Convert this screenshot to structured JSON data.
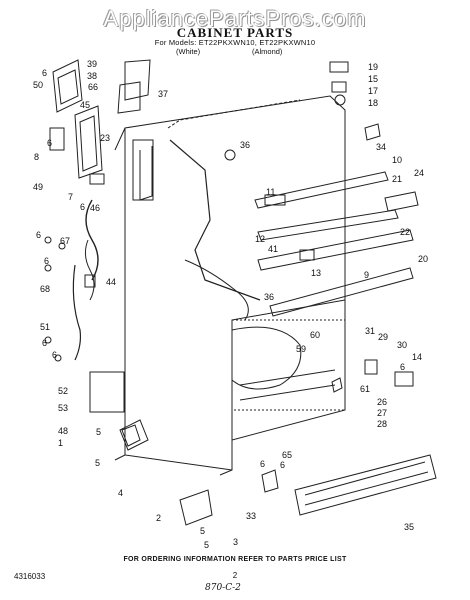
{
  "watermark": "AppliancePartsPros.com",
  "title": "CABINET PARTS",
  "models_line": "For Models: ET22PKXWN10, ET22PKXWN10",
  "model_colors": [
    "(White)",
    "(Almond)"
  ],
  "callouts": [
    "39",
    "6",
    "38",
    "50",
    "66",
    "45",
    "37",
    "19",
    "15",
    "17",
    "18",
    "8",
    "49",
    "23",
    "7",
    "46",
    "44",
    "36",
    "34",
    "10",
    "11",
    "12",
    "21",
    "24",
    "22",
    "41",
    "13",
    "20",
    "9",
    "6",
    "67",
    "68",
    "51",
    "52",
    "53",
    "48",
    "1",
    "5",
    "4",
    "36",
    "60",
    "59",
    "31",
    "29",
    "30",
    "14",
    "26",
    "27",
    "28",
    "61",
    "65",
    "33",
    "2",
    "3",
    "5",
    "6",
    "6",
    "35",
    "6",
    "6",
    "5",
    "5",
    "6",
    "6",
    "6",
    "6"
  ],
  "footer_note": "FOR ORDERING INFORMATION REFER TO PARTS PRICE LIST",
  "page_number": "2",
  "doc_number": "4316033",
  "handwritten_note": "870-C-2"
}
